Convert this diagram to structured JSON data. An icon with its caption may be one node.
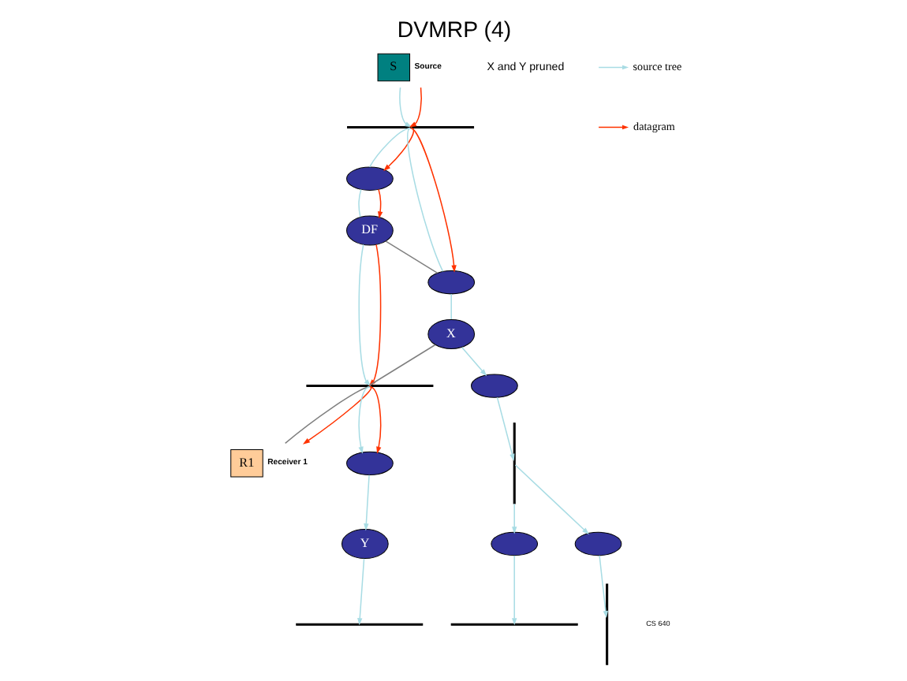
{
  "diagram": {
    "title": "DVMRP (4)",
    "nodes": [
      {
        "text": [
          "S"
        ],
        "beside": [
          "Source"
        ]
      },
      {
        "text": [],
        "shape": "bar"
      },
      {
        "text": [],
        "shape": "circle"
      },
      {
        "text": [],
        "shape": "circle"
      },
      {
        "text": [
          "DF"
        ]
      },
      {
        "text": [
          "X"
        ]
      },
      {
        "text": [],
        "shape": "circle"
      },
      {
        "text": [],
        "shape": "bar"
      },
      {
        "text": [],
        "shape": "circle"
      },
      {
        "text": [],
        "shape": "bar"
      },
      {
        "text": [],
        "shape": "circle"
      },
      {
        "text": [],
        "shape": "bar"
      },
      {
        "text": [],
        "shape": "bar"
      },
      {
        "text": [
          "R1"
        ],
        "beside": [
          "Receiver 1"
        ]
      },
      {
        "text": [],
        "shape": "circle"
      },
      {
        "text": [
          "Y"
        ]
      },
      {
        "text": [],
        "shape": "bar"
      }
    ],
    "edges": [
      {
        "from": 0,
        "to": 1,
        "arrow": "to"
      },
      {
        "from": 0,
        "to": 1,
        "arrow": "to",
        "color": "#ff3300"
      },
      {
        "from": 1,
        "to": 2,
        "arrow": "none"
      },
      {
        "from": 1,
        "to": 2,
        "arrow": "to",
        "color": "#ff3300"
      },
      {
        "from": 1,
        "to": 3,
        "arrow": "none"
      },
      {
        "from": 1,
        "to": 3,
        "arrow": "to",
        "color": "#ff3300"
      },
      {
        "from": 2,
        "to": 4,
        "arrow": "none"
      },
      {
        "from": 2,
        "to": 4,
        "arrow": "to",
        "color": "#ff3300"
      },
      {
        "from": 3,
        "to": 5,
        "arrow": "none"
      },
      {
        "from": 4,
        "to": 3,
        "arrow": "none",
        "color": "#808080"
      },
      {
        "from": 4,
        "to": 12,
        "arrow": "to"
      },
      {
        "from": 4,
        "to": 12,
        "arrow": "to",
        "color": "#ff3300"
      },
      {
        "from": 5,
        "to": 12,
        "arrow": "none",
        "color": "#808080"
      },
      {
        "from": 5,
        "to": 6,
        "arrow": "to"
      },
      {
        "from": 6,
        "to": 7,
        "arrow": "to"
      },
      {
        "from": 7,
        "to": 8,
        "arrow": "to"
      },
      {
        "from": 8,
        "to": 9,
        "arrow": "to"
      },
      {
        "from": 7,
        "to": 10,
        "arrow": "to"
      },
      {
        "from": 10,
        "to": 11,
        "arrow": "to"
      },
      {
        "from": 12,
        "to": 13,
        "arrow": "none",
        "color": "#808080"
      },
      {
        "from": 12,
        "to": 13,
        "arrow": "to",
        "color": "#ff3300"
      },
      {
        "from": 12,
        "to": 14,
        "arrow": "to"
      },
      {
        "from": 12,
        "to": 14,
        "arrow": "to",
        "color": "#ff3300"
      },
      {
        "from": 14,
        "to": 15,
        "arrow": "to"
      },
      {
        "from": 15,
        "to": 16,
        "arrow": "to"
      }
    ],
    "labels": [
      "X and Y pruned",
      "CS 640"
    ],
    "legend": [
      {
        "text": "source tree"
      },
      {
        "text": "datagram"
      }
    ]
  }
}
